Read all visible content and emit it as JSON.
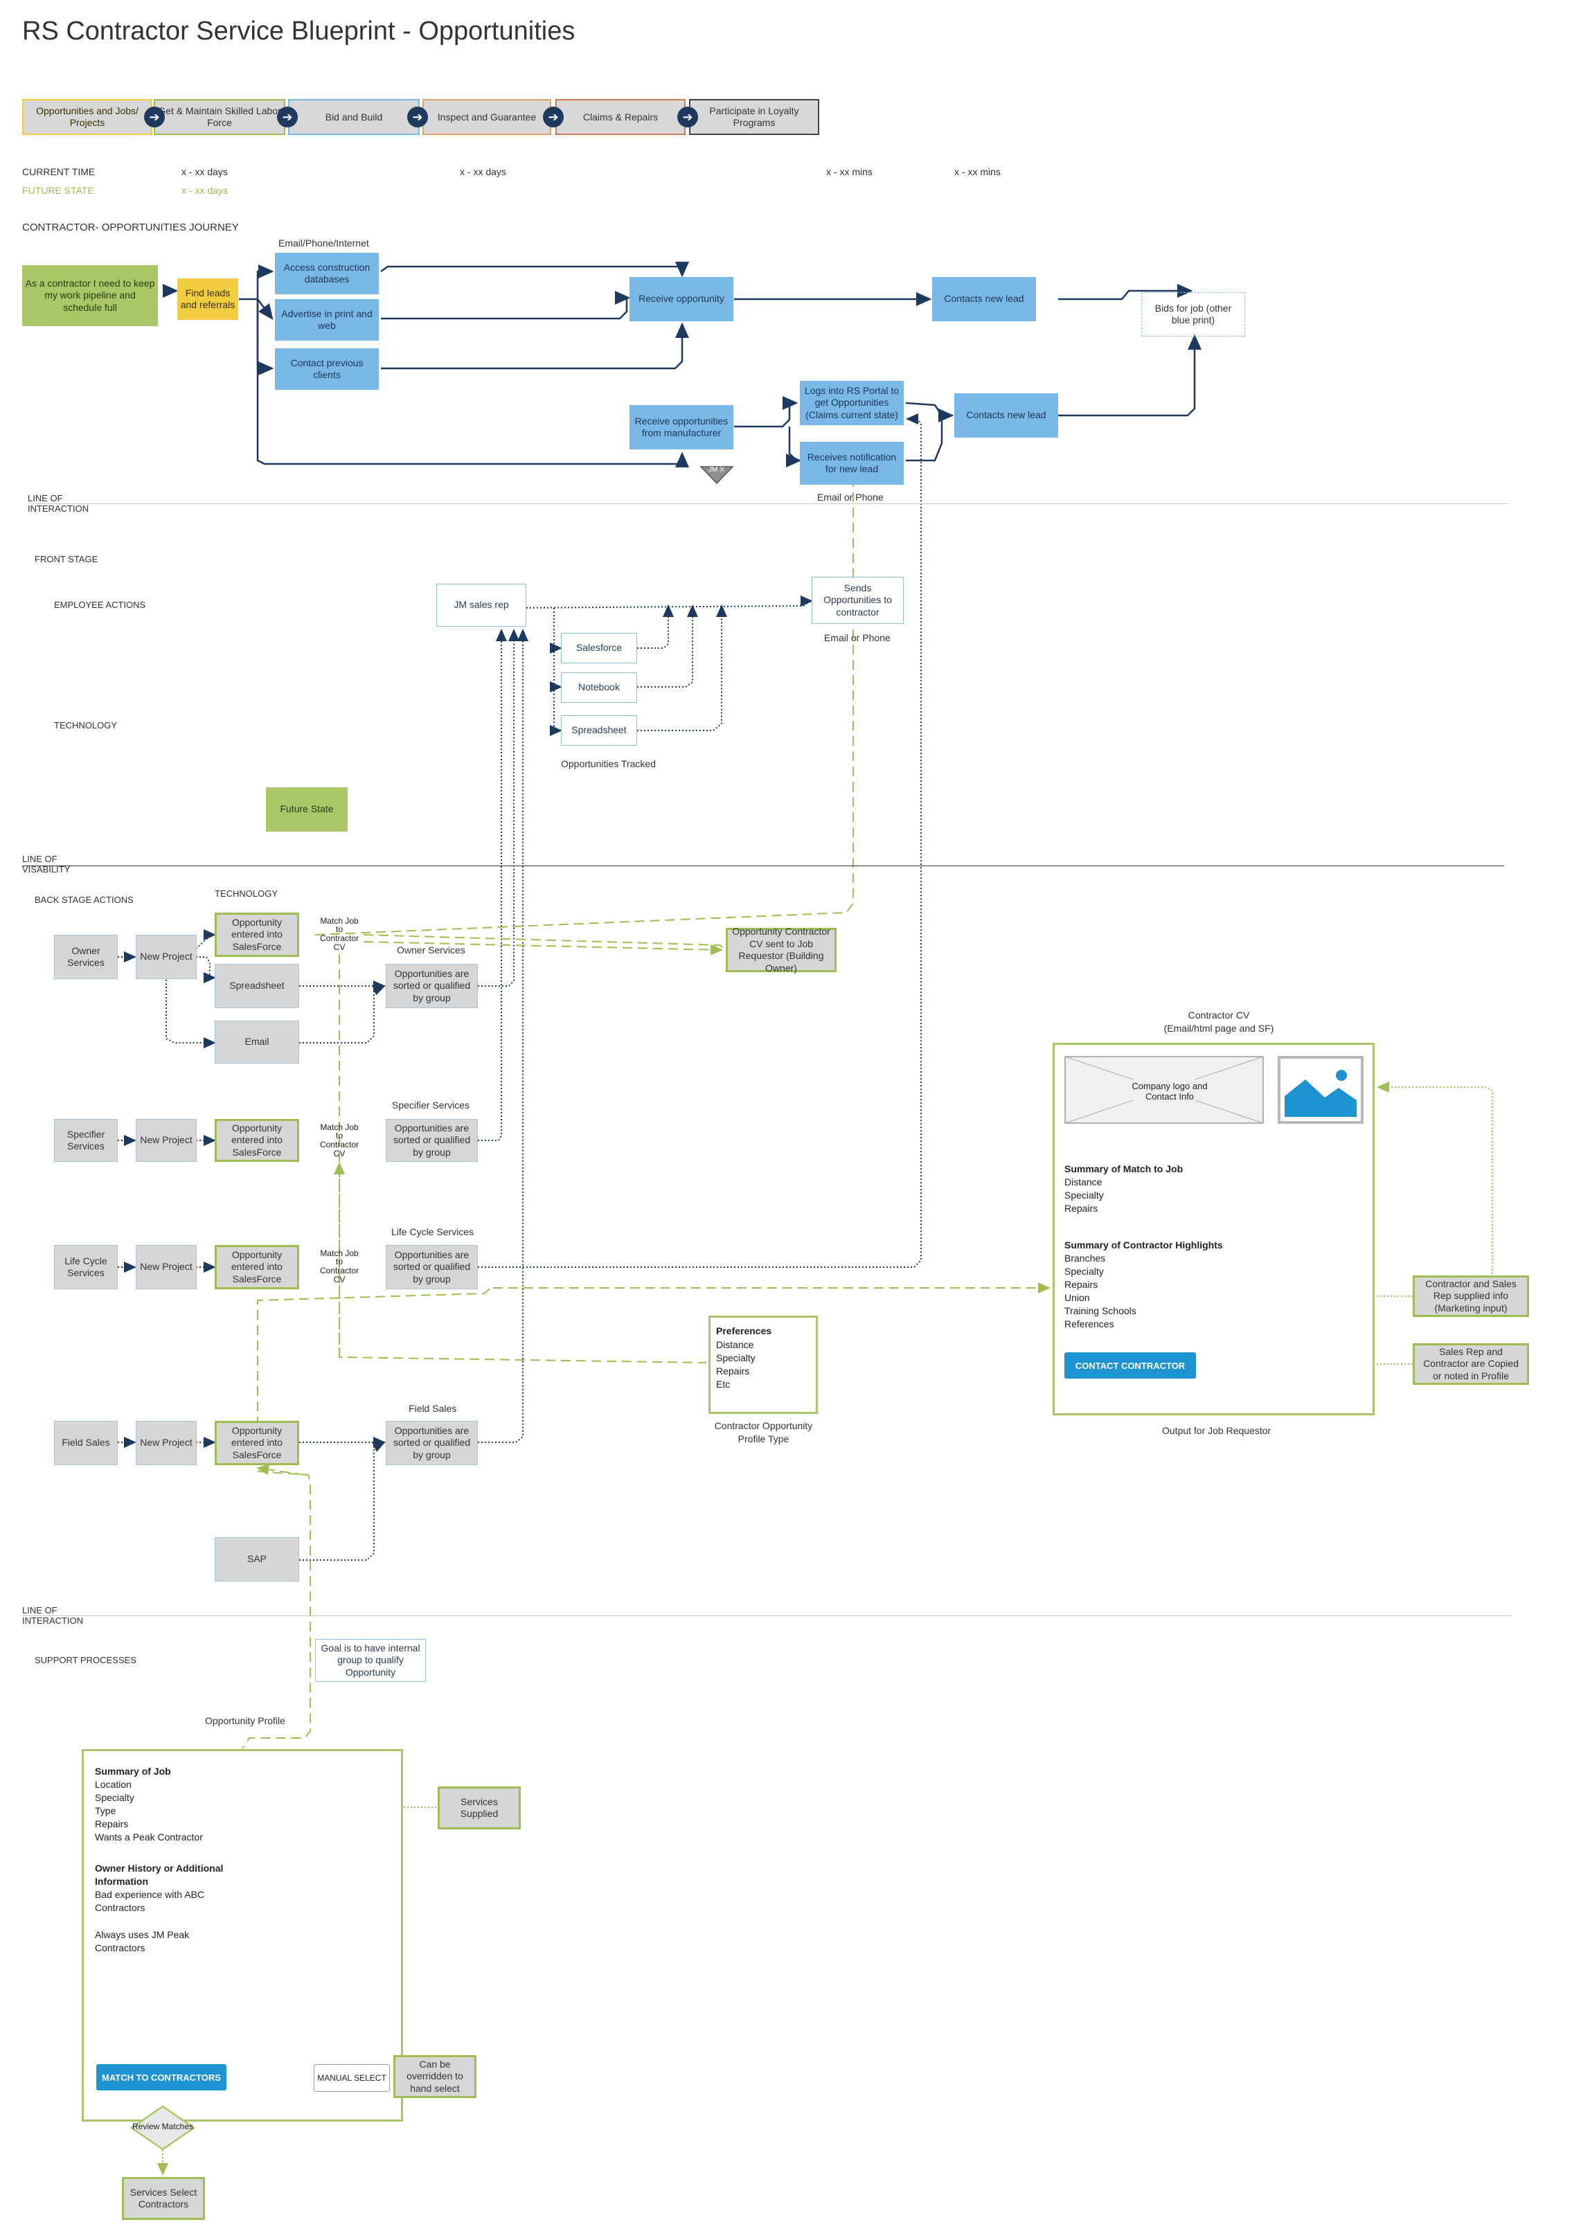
{
  "page": {
    "title": "RS Contractor Service Blueprint - Opportunities"
  },
  "phases": [
    {
      "label": "Opportunities and Jobs/ Projects"
    },
    {
      "label": "Get & Maintain Skilled Labor Force"
    },
    {
      "label": "Bid and Build"
    },
    {
      "label": "Inspect and Guarantee"
    },
    {
      "label": "Claims & Repairs"
    },
    {
      "label": "Participate in Loyalty Programs"
    }
  ],
  "timing": {
    "current_label": "CURRENT TIME",
    "future_label": "FUTURE STATE",
    "current_values": [
      "x - xx days",
      "x - xx days",
      "x - xx mins",
      "x - xx mins"
    ],
    "future_value": "x - xx days"
  },
  "journey": {
    "heading": "CONTRACTOR- OPPORTUNITIES  JOURNEY",
    "start": "As a contractor I need to keep my work pipeline and schedule full",
    "find_leads": "Find leads and referrals",
    "channel_label": "Email/Phone/Internet",
    "access_db": "Access construction databases",
    "advertise": "Advertise in print and web",
    "contact_prev": "Contact previous clients",
    "receive_opp": "Receive opportunity",
    "contacts_new_lead_1": "Contacts new lead",
    "bids": "Bids for job (other blue print)",
    "receive_mfr": "Receive opportunities from manufacturer",
    "logs_into": "Logs into RS Portal to get Opportunities (Claims current state)",
    "receives_notification": "Receives notification for new lead",
    "contacts_new_lead_2": "Contacts new lead",
    "jm_x": "JM X",
    "email_phone_1": "Email or Phone"
  },
  "lanes": {
    "line_of_interaction": "LINE OF INTERACTION",
    "front_stage": "FRONT STAGE",
    "employee_actions": "EMPLOYEE ACTIONS",
    "technology": "TECHNOLOGY",
    "line_of_visibility": "LINE OF VISABILITY",
    "back_stage": "BACK STAGE ACTIONS",
    "technology_2": "TECHNOLOGY",
    "line_of_interaction_2": "LINE OF INTERACTION",
    "support": "SUPPORT PROCESSES"
  },
  "front": {
    "jm_sales_rep": "JM sales rep",
    "salesforce": "Salesforce",
    "notebook": "Notebook",
    "spreadsheet": "Spreadsheet",
    "tracked": "Opportunities  Tracked",
    "sends": "Sends Opportunities to contractor",
    "email_phone_2": "Email or Phone",
    "future_state": "Future State"
  },
  "back": {
    "owner_services": "Owner Services",
    "new_project": "New Project",
    "opp_entered": "Opportunity entered into SalesForce",
    "match_job": "Match Job to Contractor CV",
    "spreadsheet": "Spreadsheet",
    "email": "Email",
    "owner_services_group": "Owner Services",
    "sorted": "Opportunities are sorted or qualified by group",
    "cv_sent": "Opportunity Contractor CV sent to Job Requestor (Building Owner)",
    "specifier_services": "Specifier Services",
    "life_cycle": "Life Cycle Services",
    "field_sales": "Field Sales",
    "sap": "SAP"
  },
  "preferences": {
    "heading": "Preferences",
    "items": [
      "Distance",
      "Specialty",
      "Repairs",
      "Etc"
    ],
    "caption": "Contractor Opportunity Profile Type"
  },
  "cv": {
    "title": "Contractor CV",
    "subtitle": "(Email/html page and SF)",
    "logo": "Company logo and Contact Info",
    "match_heading": "Summary of Match to Job",
    "match_items": [
      "Distance",
      "Specialty",
      "Repairs"
    ],
    "highlights_heading": "Summary of Contractor Highlights",
    "highlights_items": [
      "Branches",
      "Specialty",
      "Repairs",
      "Union",
      "Training Schools",
      "References"
    ],
    "button": "CONTACT CONTRACTOR",
    "caption": "Output for Job Requestor",
    "note_1": "Contractor and Sales Rep supplied info (Marketing input)",
    "note_2": "Sales Rep and Contractor are Copied or noted in Profile"
  },
  "support": {
    "goal": "Goal is to have internal group to qualify Opportunity",
    "profile_label": "Opportunity Profile",
    "summary_heading": "Summary of Job",
    "summary_items": [
      "Location",
      "Specialty",
      "Type",
      "Repairs",
      "Wants a Peak Contractor"
    ],
    "owner_heading": "Owner History or Additional Information",
    "owner_items": [
      "Bad experience with ABC Contractors",
      "",
      "Always uses JM Peak Contractors"
    ],
    "match_button": "MATCH TO CONTRACTORS",
    "manual_button": "MANUAL SELECT",
    "services_supplied": "Services Supplied",
    "override": "Can be overridden to hand select",
    "review": "Review Matches",
    "services_select": "Services Select Contractors"
  }
}
